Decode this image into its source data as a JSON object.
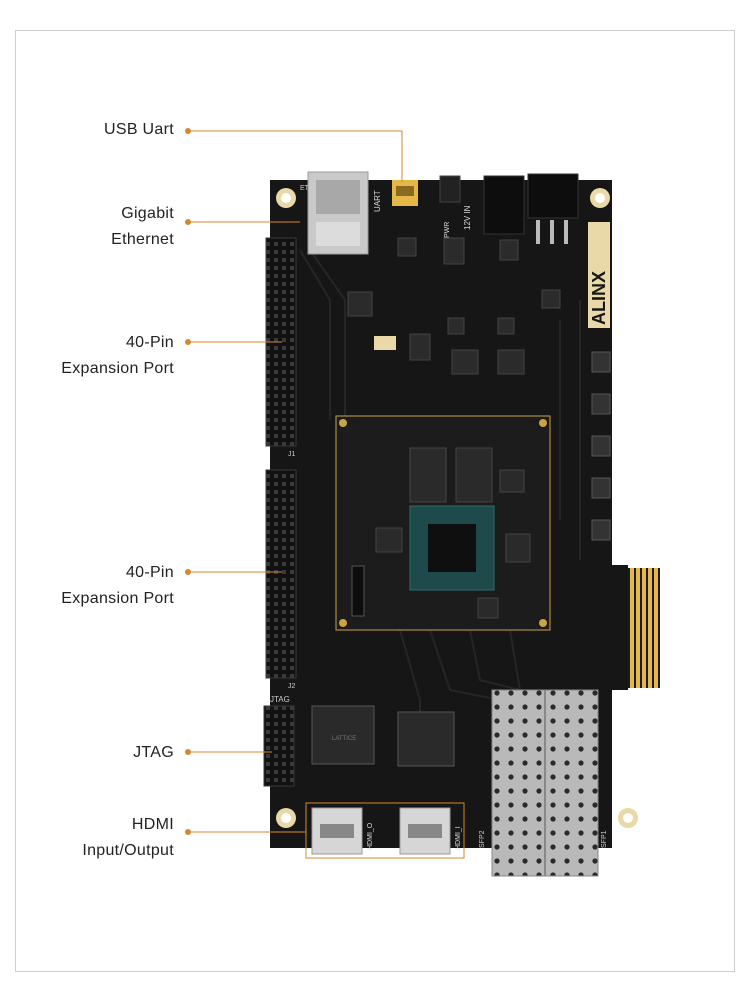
{
  "labels": {
    "usb_uart": [
      "USB Uart"
    ],
    "ethernet": [
      "Gigabit",
      "Ethernet"
    ],
    "exp_top": [
      "40-Pin",
      "Expansion Port"
    ],
    "exp_bottom": [
      "40-Pin",
      "Expansion Port"
    ],
    "jtag": [
      "JTAG"
    ],
    "hdmi": [
      "HDMI",
      "Input/Output"
    ]
  },
  "board": {
    "brand": "ALINX",
    "silk_uart": "UART",
    "silk_power": "12V IN",
    "silk_pwr": "PWR",
    "silk_eth": "ETH",
    "silk_jtag": "JTAG",
    "silk_j1": "J1",
    "silk_j2": "J2",
    "silk_hdmi_o": "HDMI_O",
    "silk_hdmi_i": "HDMI_I",
    "silk_sfp1": "SFP1",
    "silk_sfp2": "SFP2",
    "chip_lattice": "LATTICE"
  },
  "colors": {
    "callout": "#d5892c",
    "board": "#161616",
    "gold": "#e5b648"
  }
}
